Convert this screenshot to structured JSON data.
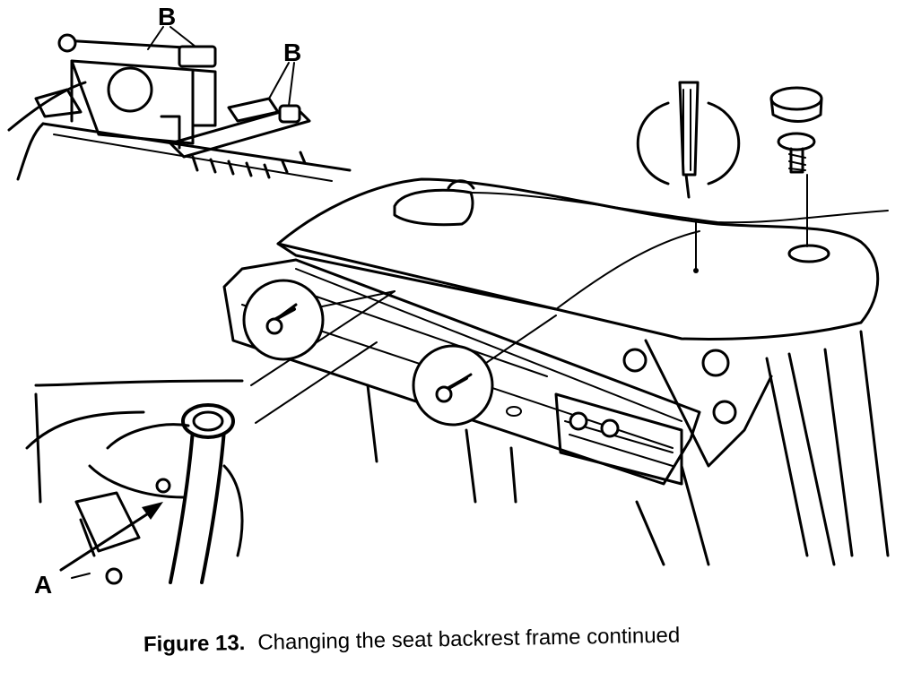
{
  "diagram": {
    "callouts": {
      "a": "A",
      "b1": "B",
      "b2": "B"
    },
    "caption": {
      "number": "Figure 13.",
      "text": "Changing the seat backrest frame continued"
    }
  }
}
